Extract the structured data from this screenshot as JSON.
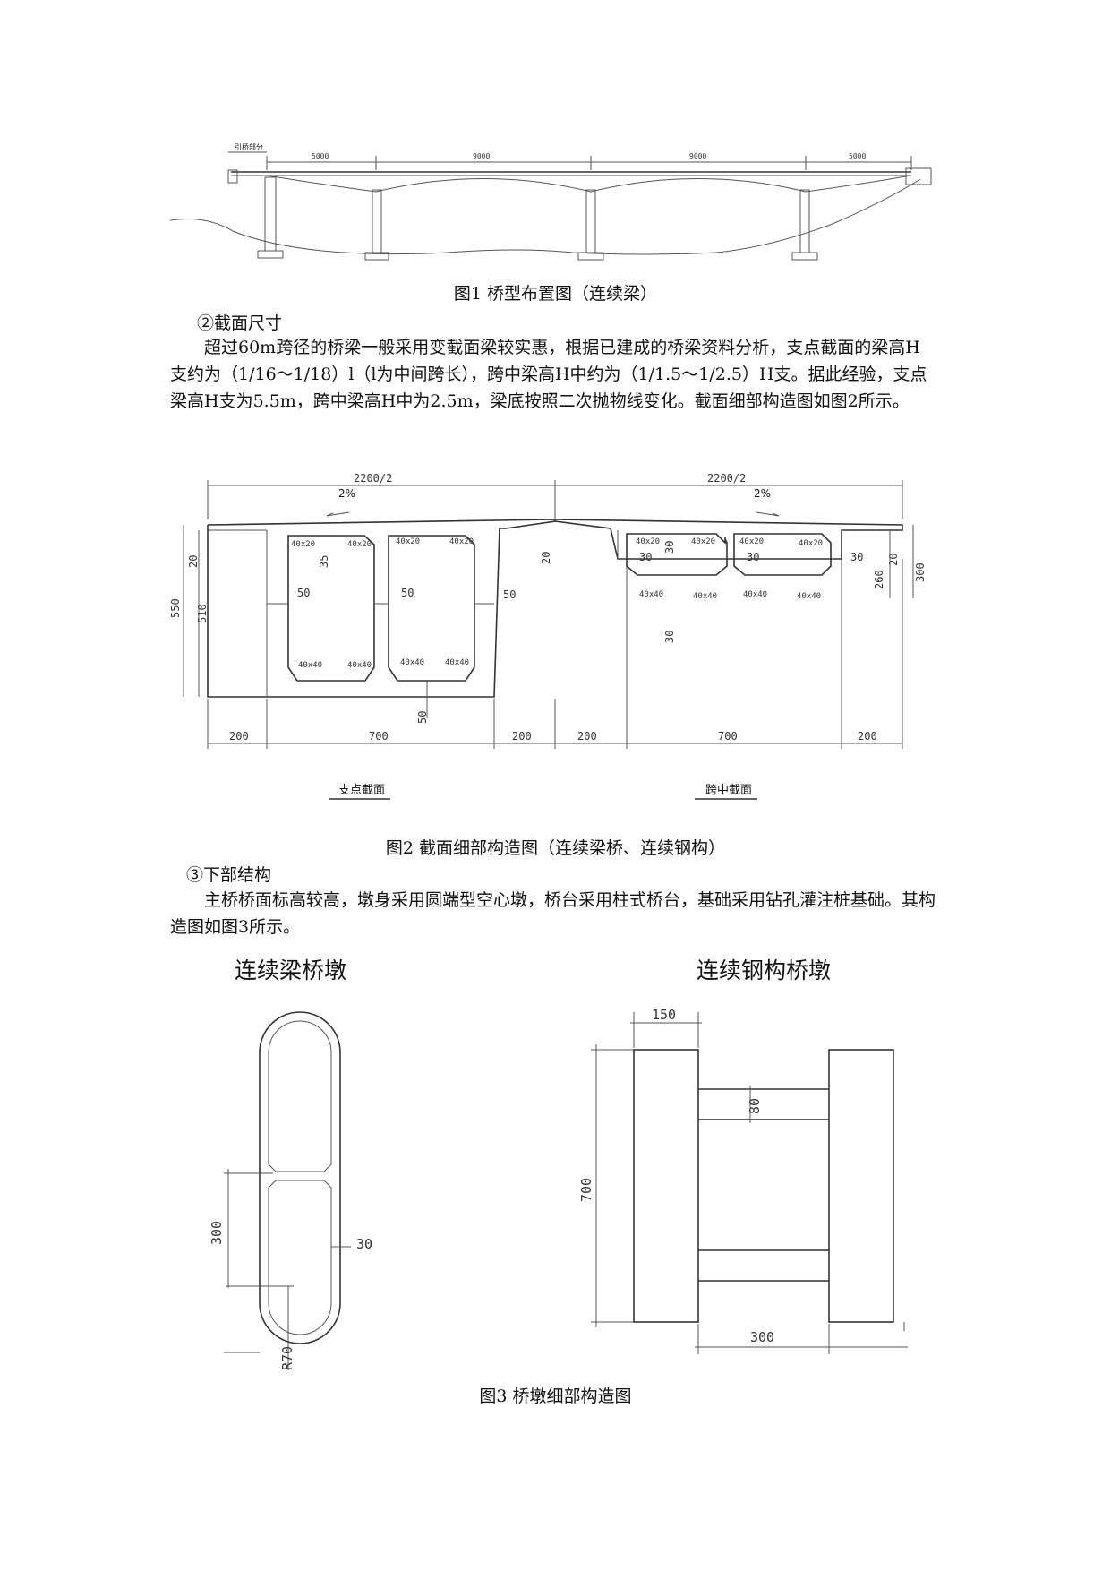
{
  "fig1": {
    "approach_label": "引桥部分",
    "spans": [
      "5000",
      "9000",
      "9000",
      "5000"
    ],
    "caption": "图1  桥型布置图（连续梁）"
  },
  "section2": {
    "heading": "②截面尺寸",
    "paragraph": "超过60m跨径的桥梁一般采用变截面梁较实惠，根据已建成的桥梁资料分析，支点截面的梁高H支约为（1/16～1/18）l（l为中间跨长），跨中梁高H中约为（1/1.5～1/2.5）H支。据此经验，支点梁高H支为5.5m，跨中梁高H中为2.5m，梁底按照二次抛物线变化。截面细部构造图如图2所示。"
  },
  "fig2": {
    "half_width": "2200/2",
    "slope": "2%",
    "chamfer_top": "40x20",
    "chamfer_bottom": "40x40",
    "dims": {
      "left_height": "550",
      "left_web": "510",
      "top_flange": "20",
      "left_35": "35",
      "web_thk": "50",
      "center_20": "20",
      "right_20": "20",
      "right_30": "30",
      "right_260": "260",
      "right_300": "300",
      "bottom_w": "200",
      "bottom_mid": "700"
    },
    "left_label": "支点截面",
    "right_label": "跨中截面",
    "caption": "图2  截面细部构造图（连续梁桥、连续钢构）"
  },
  "section3": {
    "heading": "③下部结构",
    "paragraph": "主桥桥面标高较高，墩身采用圆端型空心墩，桥台采用柱式桥台，基础采用钻孔灌注桩基础。其构造图如图3所示。"
  },
  "fig3": {
    "left_title": "连续梁桥墩",
    "right_title": "连续钢构桥墩",
    "left_dims": {
      "height": "300",
      "thk": "30",
      "radius": "R70"
    },
    "right_dims": {
      "top": "150",
      "tie": "80",
      "height": "700",
      "bottom": "300"
    },
    "caption": "图3  桥墩细部构造图"
  }
}
